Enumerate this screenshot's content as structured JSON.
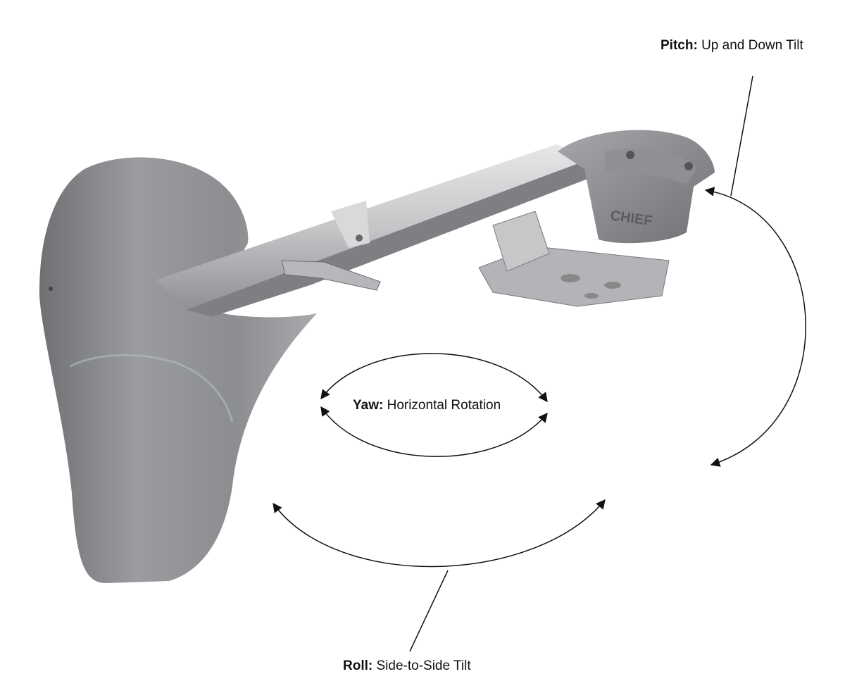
{
  "labels": {
    "pitch": {
      "term": "Pitch:",
      "description": "Up and Down Tilt"
    },
    "yaw": {
      "term": "Yaw:",
      "description": "Horizontal Rotation"
    },
    "roll": {
      "term": "Roll:",
      "description": "Side-to-Side Tilt"
    }
  },
  "product": {
    "brand_logo": "CHIEF"
  },
  "colors": {
    "body": "#8a8c8f",
    "arm": "#c9cbcd",
    "arrow": "#111111"
  }
}
